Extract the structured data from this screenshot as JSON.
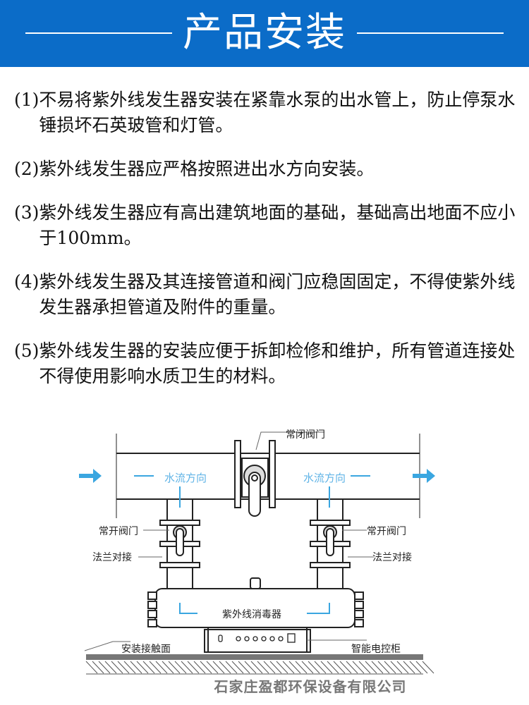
{
  "header": {
    "title": "产品安装"
  },
  "items": [
    {
      "num": "(1)",
      "text": "不易将紫外线发生器安装在紧靠水泵的出水管上，防止停泵水锤损坏石英玻管和灯管。"
    },
    {
      "num": "(2)",
      "text": "紫外线发生器应严格按照进出水方向安装。"
    },
    {
      "num": "(3)",
      "text": "紫外线发生器应有高出建筑地面的基础，基础高出地面不应小于100mm。"
    },
    {
      "num": "(4)",
      "text": "紫外线发生器及其连接管道和阀门应稳固固定，不得使紫外线发生器承担管道及附件的重量。"
    },
    {
      "num": "(5)",
      "text": "紫外线发生器的安装应便于拆卸检修和维护，所有管道连接处不得使用影响水质卫生的材料。"
    }
  ],
  "diagram": {
    "normally_closed_valve": "常闭阀门",
    "flow_left": "水流方向",
    "flow_right": "水流方向",
    "normally_open_left": "常开阀门",
    "normally_open_right": "常开阀门",
    "flange_left": "法兰对接",
    "flange_right": "法兰对接",
    "uv_sterilizer": "紫外线消毒器",
    "install_surface": "安装接触面",
    "control_cabinet": "智能电控柜",
    "colors": {
      "flow": "#3aa6e0",
      "header": "#0b6cc8"
    }
  },
  "company": "石家庄盈都环保设备有限公司"
}
